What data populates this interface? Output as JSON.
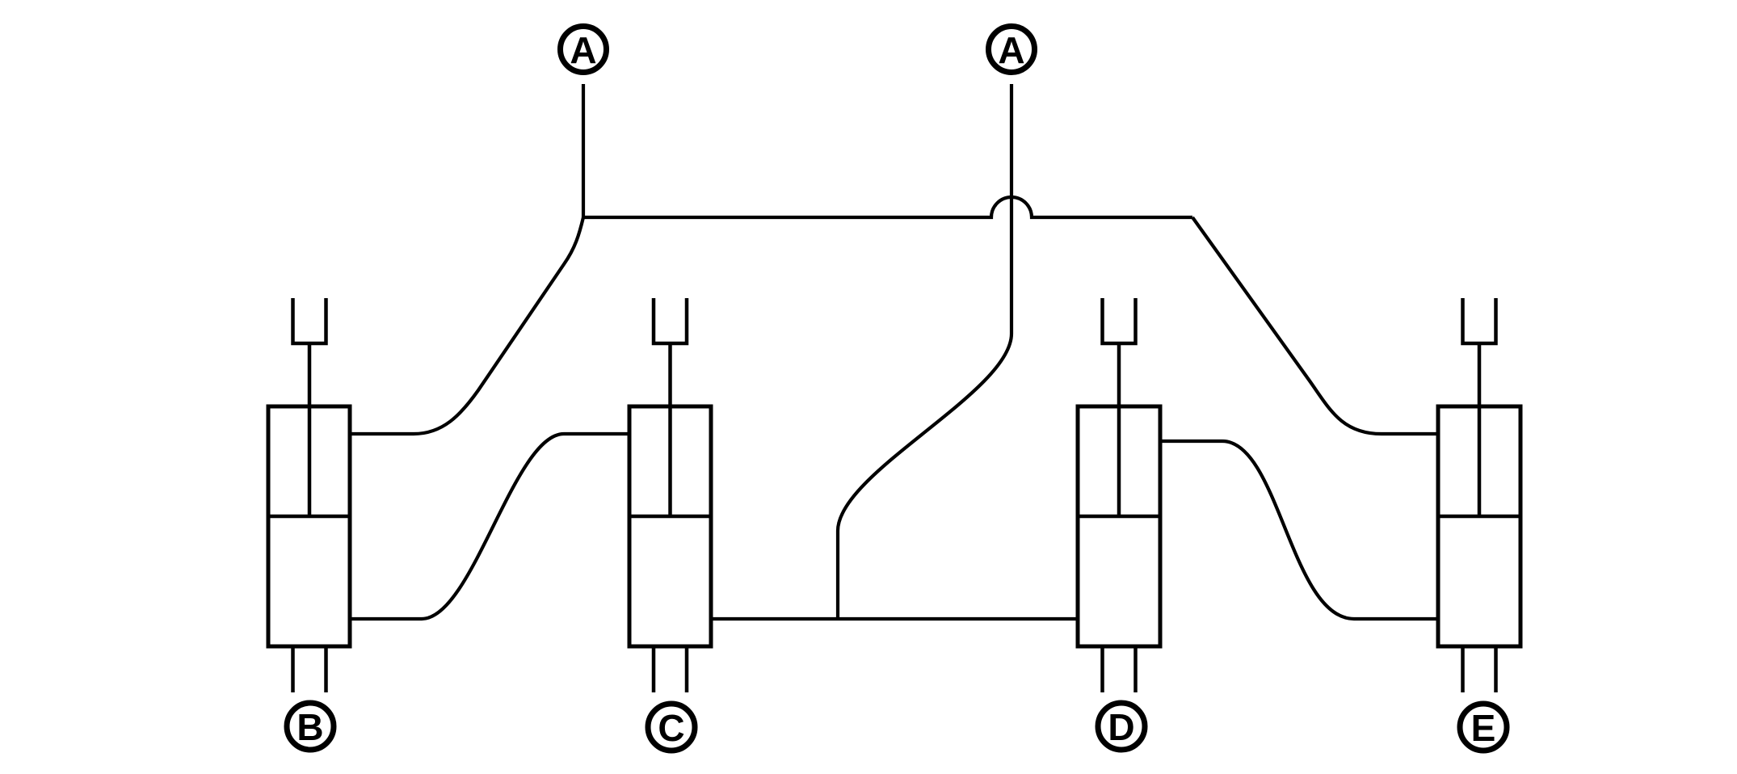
{
  "diagram": {
    "kind": "hydraulic-cylinder-circuit-schematic",
    "background_color": "#ffffff",
    "stroke_color": "#000000",
    "top_labels": [
      {
        "id": "a-left",
        "text": "A"
      },
      {
        "id": "a-right",
        "text": "A"
      }
    ],
    "cylinders": [
      {
        "id": "b",
        "label": "B"
      },
      {
        "id": "c",
        "label": "C"
      },
      {
        "id": "d",
        "label": "D"
      },
      {
        "id": "e",
        "label": "E"
      }
    ],
    "connections": [
      {
        "from": "A-left-stem",
        "to": "top-manifold-line"
      },
      {
        "from": "top-manifold-line",
        "to": "cylinder-B-upper-port"
      },
      {
        "from": "top-manifold-line",
        "to": "cylinder-E-upper-port",
        "note": "bridge hop over A-right stem"
      },
      {
        "from": "A-right-stem",
        "to": "bottom-manifold-line"
      },
      {
        "from": "bottom-manifold-line",
        "to": "cylinder-C-lower-port"
      },
      {
        "from": "bottom-manifold-line",
        "to": "cylinder-D-lower-port"
      },
      {
        "from": "cylinder-B-lower-port",
        "to": "cylinder-C-upper-port"
      },
      {
        "from": "cylinder-D-upper-port",
        "to": "cylinder-E-lower-port"
      }
    ]
  }
}
